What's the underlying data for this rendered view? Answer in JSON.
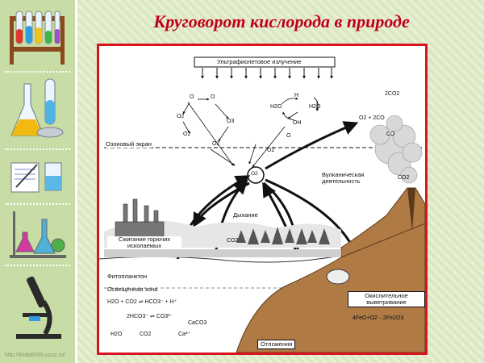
{
  "title": "Круговорот кислорода в природе",
  "watermark": "http://linda6035.ucoz.ru/",
  "labels": {
    "uv": "Ультрафиолетовое излучение",
    "ozone": "Озоновый экран",
    "volcano": "Вулканическая деятельность",
    "respiration": "Дыхание",
    "burning": "Сжигание горючих ископаемых",
    "phytoplankton": "Фитопланктон",
    "lit_zone": "Освещенная зона",
    "weathering": "Окислительное выветривание",
    "sediments": "Отложения"
  },
  "formulas": {
    "o2_center": "O2",
    "o_a": "O",
    "o_b": "O",
    "o2_a": "O2",
    "o3_a": "O3",
    "o2_b": "O2",
    "o2_c": "O2",
    "o2_d": "O2",
    "o_c": "O",
    "h": "H",
    "h2o_a": "H2O",
    "h2o_b": "H2O",
    "oh": "OH",
    "co2_top": "2CO2",
    "o2_co": "O2 + 2CO",
    "co": "CO",
    "co2_v": "CO2",
    "co2_land": "CO2",
    "eq1": "H2O + CO2 ⇌ HCO3⁻ + H⁺",
    "eq2": "2HCO3⁻ ⇌ CO3²⁻",
    "caco3": "CaCO3",
    "h2o_c": "H2O",
    "co2_c": "CO2",
    "ca": "Ca²⁺",
    "eq_weather": "4FeO+O2→2Fe2O3"
  },
  "colors": {
    "frame_border": "#d8141e",
    "title": "#c0001a",
    "ground": "#b07a45",
    "sidebar": "#c8dca5"
  },
  "icons": [
    "test-tube-rack-icon",
    "flasks-icon",
    "notebook-beaker-icon",
    "flasks-stand-icon",
    "microscope-icon"
  ]
}
